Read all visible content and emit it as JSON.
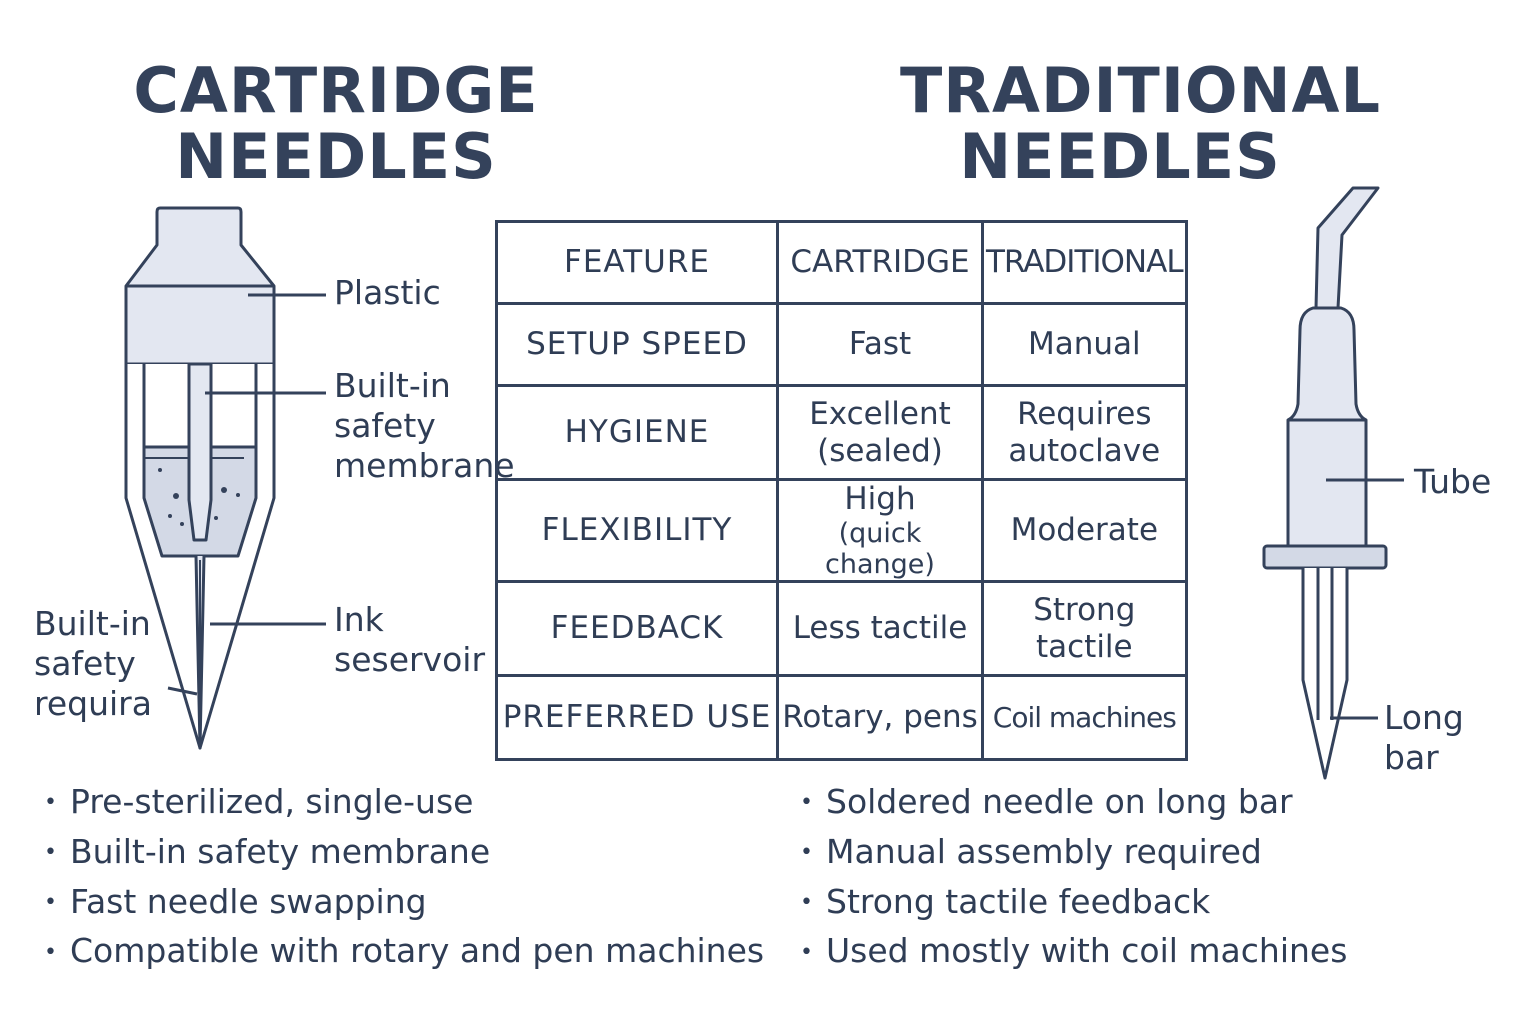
{
  "cartridge": {
    "title_line1": "CARTRIDGE",
    "title_line2": "NEEDLES",
    "labels": {
      "plastic": "Plastic",
      "membrane": [
        "Built-in",
        "safety",
        "membrane"
      ],
      "ink": [
        "Ink",
        "seservoir"
      ],
      "requira": [
        "Built-in",
        "safety",
        "requira"
      ]
    },
    "bullets": [
      "Pre-sterilized, single-use",
      "Built-in safety membrane",
      "Fast needle swapping",
      "Compatible with rotary and pen machines"
    ]
  },
  "traditional": {
    "title_line1": "TRADITIONAL",
    "title_line2": "NEEDLES",
    "labels": {
      "tube": "Tube",
      "long_bar": [
        "Long",
        "bar"
      ]
    },
    "bullets": [
      "Soldered needle on long bar",
      "Manual assembly required",
      "Strong tactile feedback",
      "Used mostly with coil machines"
    ]
  },
  "table": {
    "header": [
      "FEATURE",
      "CARTRIDGE",
      "TRADITIONAL"
    ],
    "rows": [
      {
        "feature": "SETUP SPEED",
        "cartridge": "Fast",
        "cartridge_sub": "",
        "traditional": "Manual"
      },
      {
        "feature": "HYGIENE",
        "cartridge": "Excellent",
        "cartridge_sub": "(sealed)",
        "traditional": "Requires autoclave"
      },
      {
        "feature": "FLEXIBILITY",
        "cartridge": "High",
        "cartridge_sub": "(quick change)",
        "traditional": "Moderate"
      },
      {
        "feature": "FEEDBACK",
        "cartridge": "Less tactile",
        "cartridge_sub": "",
        "traditional": "Strong tactile"
      },
      {
        "feature": "PREFERRED USE",
        "cartridge": "Rotary, pens",
        "cartridge_sub": "",
        "traditional": "Coil machines"
      }
    ]
  },
  "colors": {
    "ink": "#34425b",
    "fill_light": "#e3e7f1",
    "fill_mid": "#d3d9e6"
  }
}
